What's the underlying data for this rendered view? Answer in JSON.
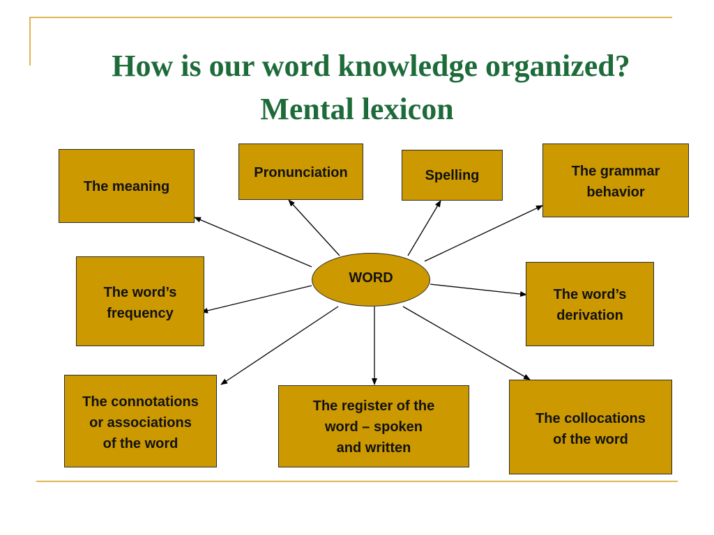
{
  "slide": {
    "title_line1": "How is our word knowledge organized?",
    "title_line2": "Mental lexicon"
  },
  "center": {
    "label": "WORD"
  },
  "nodes": {
    "meaning": "The meaning",
    "pronunciation": "Pronunciation",
    "spelling": "Spelling",
    "grammar": "The grammar\nbehavior",
    "frequency": "The word’s\nfrequency",
    "derivation": "The word’s\nderivation",
    "connotations": "The connotations\nor associations\nof the word",
    "register": "The register of the\nword – spoken\nand written",
    "collocations": "The collocations\nof the word"
  },
  "colors": {
    "title": "#1e6b3a",
    "box_fill": "#cc9900",
    "frame_line": "#e0b450",
    "arrow": "#000000"
  }
}
